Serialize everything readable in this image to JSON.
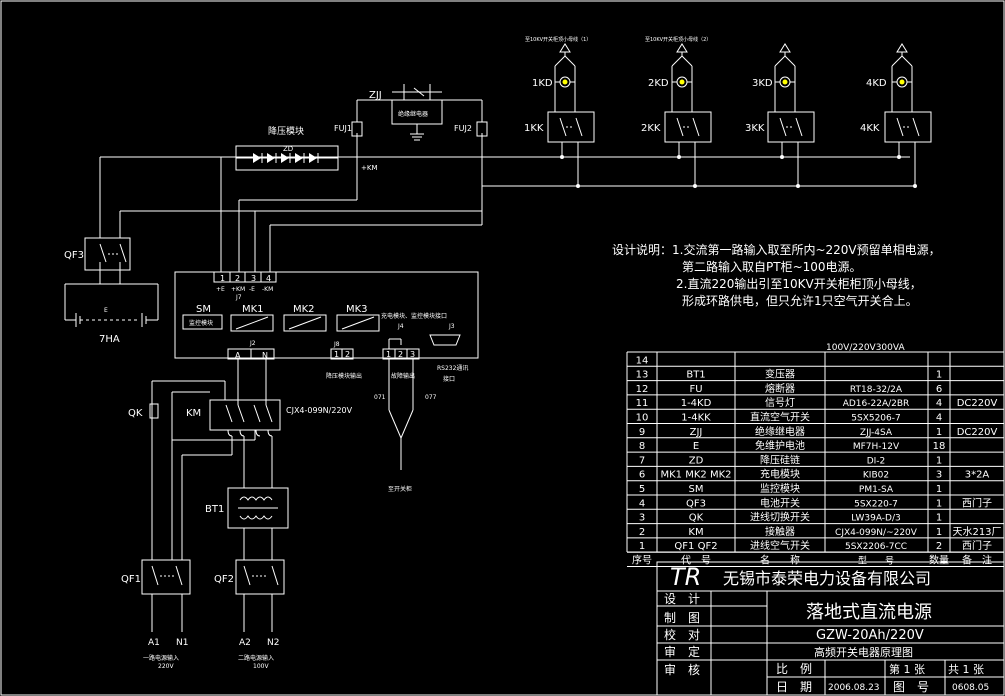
{
  "colors": {
    "background": "#000000",
    "line": "#ffffff",
    "led": "#ffff00"
  },
  "labels": {
    "zjj": "ZJJ",
    "jueyuan": "绝缘继电器",
    "fuj1": "FUJ1",
    "fuj2": "FUJ2",
    "jiangya": "降压模块",
    "zd": "ZD",
    "km_plus": "+KM",
    "qf3": "QF3",
    "battery_e": "E",
    "battery_cap": "7HA",
    "busbar1": "至10KV开关柜顶小母线（1）",
    "busbar2": "至10KV开关柜顶小母线（2）",
    "kd": [
      "1KD",
      "2KD",
      "3KD",
      "4KD"
    ],
    "kk": [
      "1KK",
      "2KK",
      "3KK",
      "4KK"
    ],
    "j7_nums": [
      "1",
      "2",
      "3",
      "4"
    ],
    "j7_signs": [
      "+E",
      "+KM",
      "-E",
      "-KM"
    ],
    "j7": "J7",
    "sm": "SM",
    "sm_box": "监控模块",
    "mk1": "MK1",
    "mk2": "MK2",
    "mk3": "MK3",
    "j4_text": "充电模块、监控模块接口",
    "j4": "J4",
    "j3": "J3",
    "j2": "J2",
    "j2_a": "A",
    "j2_n": "N",
    "j8": "J8",
    "j8_nums": [
      "1",
      "2"
    ],
    "j8_text": "降压模块输出",
    "j4_nums": [
      "1",
      "2",
      "3"
    ],
    "j4_text2": "故障输出",
    "rs232": "RS232通讯",
    "rs232b": "接口",
    "n071": "071",
    "n077": "077",
    "fault_sw": "至开关柜",
    "qk": "QK",
    "km": "KM",
    "contactor": "CJX4-099N/220V",
    "bt1": "BT1",
    "qf1": "QF1",
    "qf2": "QF2",
    "a1": "A1",
    "n1": "N1",
    "a2": "A2",
    "n2": "N2",
    "in1": "一路电源输入",
    "in1v": "220V",
    "in2": "二路电源输入",
    "in2v": "100V"
  },
  "notes": {
    "lead": "设计说明：",
    "lines": [
      "1.交流第一路输入取至所内~220V预留单相电源，",
      "第二路输入取自PT柜~100电源。",
      "2.直流220输出引至10KV开关柜柜顶小母线，",
      "形成环路供电，但只允许1只空气开关合上。"
    ]
  },
  "bom": {
    "top_note": "100V/220V300VA",
    "header": [
      "序号",
      "代　号",
      "名　　称",
      "型　　号",
      "数量",
      "备　注"
    ],
    "rows": [
      [
        "14",
        "",
        "",
        "",
        "",
        ""
      ],
      [
        "13",
        "BT1",
        "变压器",
        "",
        "1",
        ""
      ],
      [
        "12",
        "FU",
        "熔断器",
        "RT18-32/2A",
        "6",
        ""
      ],
      [
        "11",
        "1-4KD",
        "信号灯",
        "AD16-22A/2BR",
        "4",
        "DC220V"
      ],
      [
        "10",
        "1-4KK",
        "直流空气开关",
        "5SX5206-7",
        "4",
        ""
      ],
      [
        "9",
        "ZJJ",
        "绝缘继电器",
        "ZJJ-4SA",
        "1",
        "DC220V"
      ],
      [
        "8",
        "E",
        "免维护电池",
        "MF7H-12V",
        "18",
        ""
      ],
      [
        "7",
        "ZD",
        "降压硅链",
        "DI-2",
        "1",
        ""
      ],
      [
        "6",
        "MK1 MK2 MK2",
        "充电模块",
        "KIB02",
        "3",
        "3*2A"
      ],
      [
        "5",
        "SM",
        "监控模块",
        "PM1-SA",
        "1",
        ""
      ],
      [
        "4",
        "QF3",
        "电池开关",
        "5SX220-7",
        "1",
        "西门子"
      ],
      [
        "3",
        "QK",
        "进线切换开关",
        "LW39A-D/3",
        "1",
        ""
      ],
      [
        "2",
        "KM",
        "接触器",
        "CJX4-099N/~220V",
        "1",
        "天水213厂"
      ],
      [
        "1",
        "QF1 QF2",
        "进线空气开关",
        "5SX2206-7CC",
        "2",
        "西门子"
      ]
    ]
  },
  "titleblock": {
    "logo": "TR",
    "company": "无锡市泰荣电力设备有限公司",
    "r_labels": [
      "设　计",
      "制　图",
      "校　对",
      "审　定",
      "审　核"
    ],
    "title": "落地式直流电源",
    "model": "GZW-20Ah/220V",
    "subtitle": "高频开关电器原理图",
    "scale": "比　例",
    "sheet": "第 1 张",
    "total": "共 1 张",
    "date_label": "日　期",
    "date": "2006.08.23",
    "fig_label": "图　号",
    "fig_no": "0608.05"
  }
}
